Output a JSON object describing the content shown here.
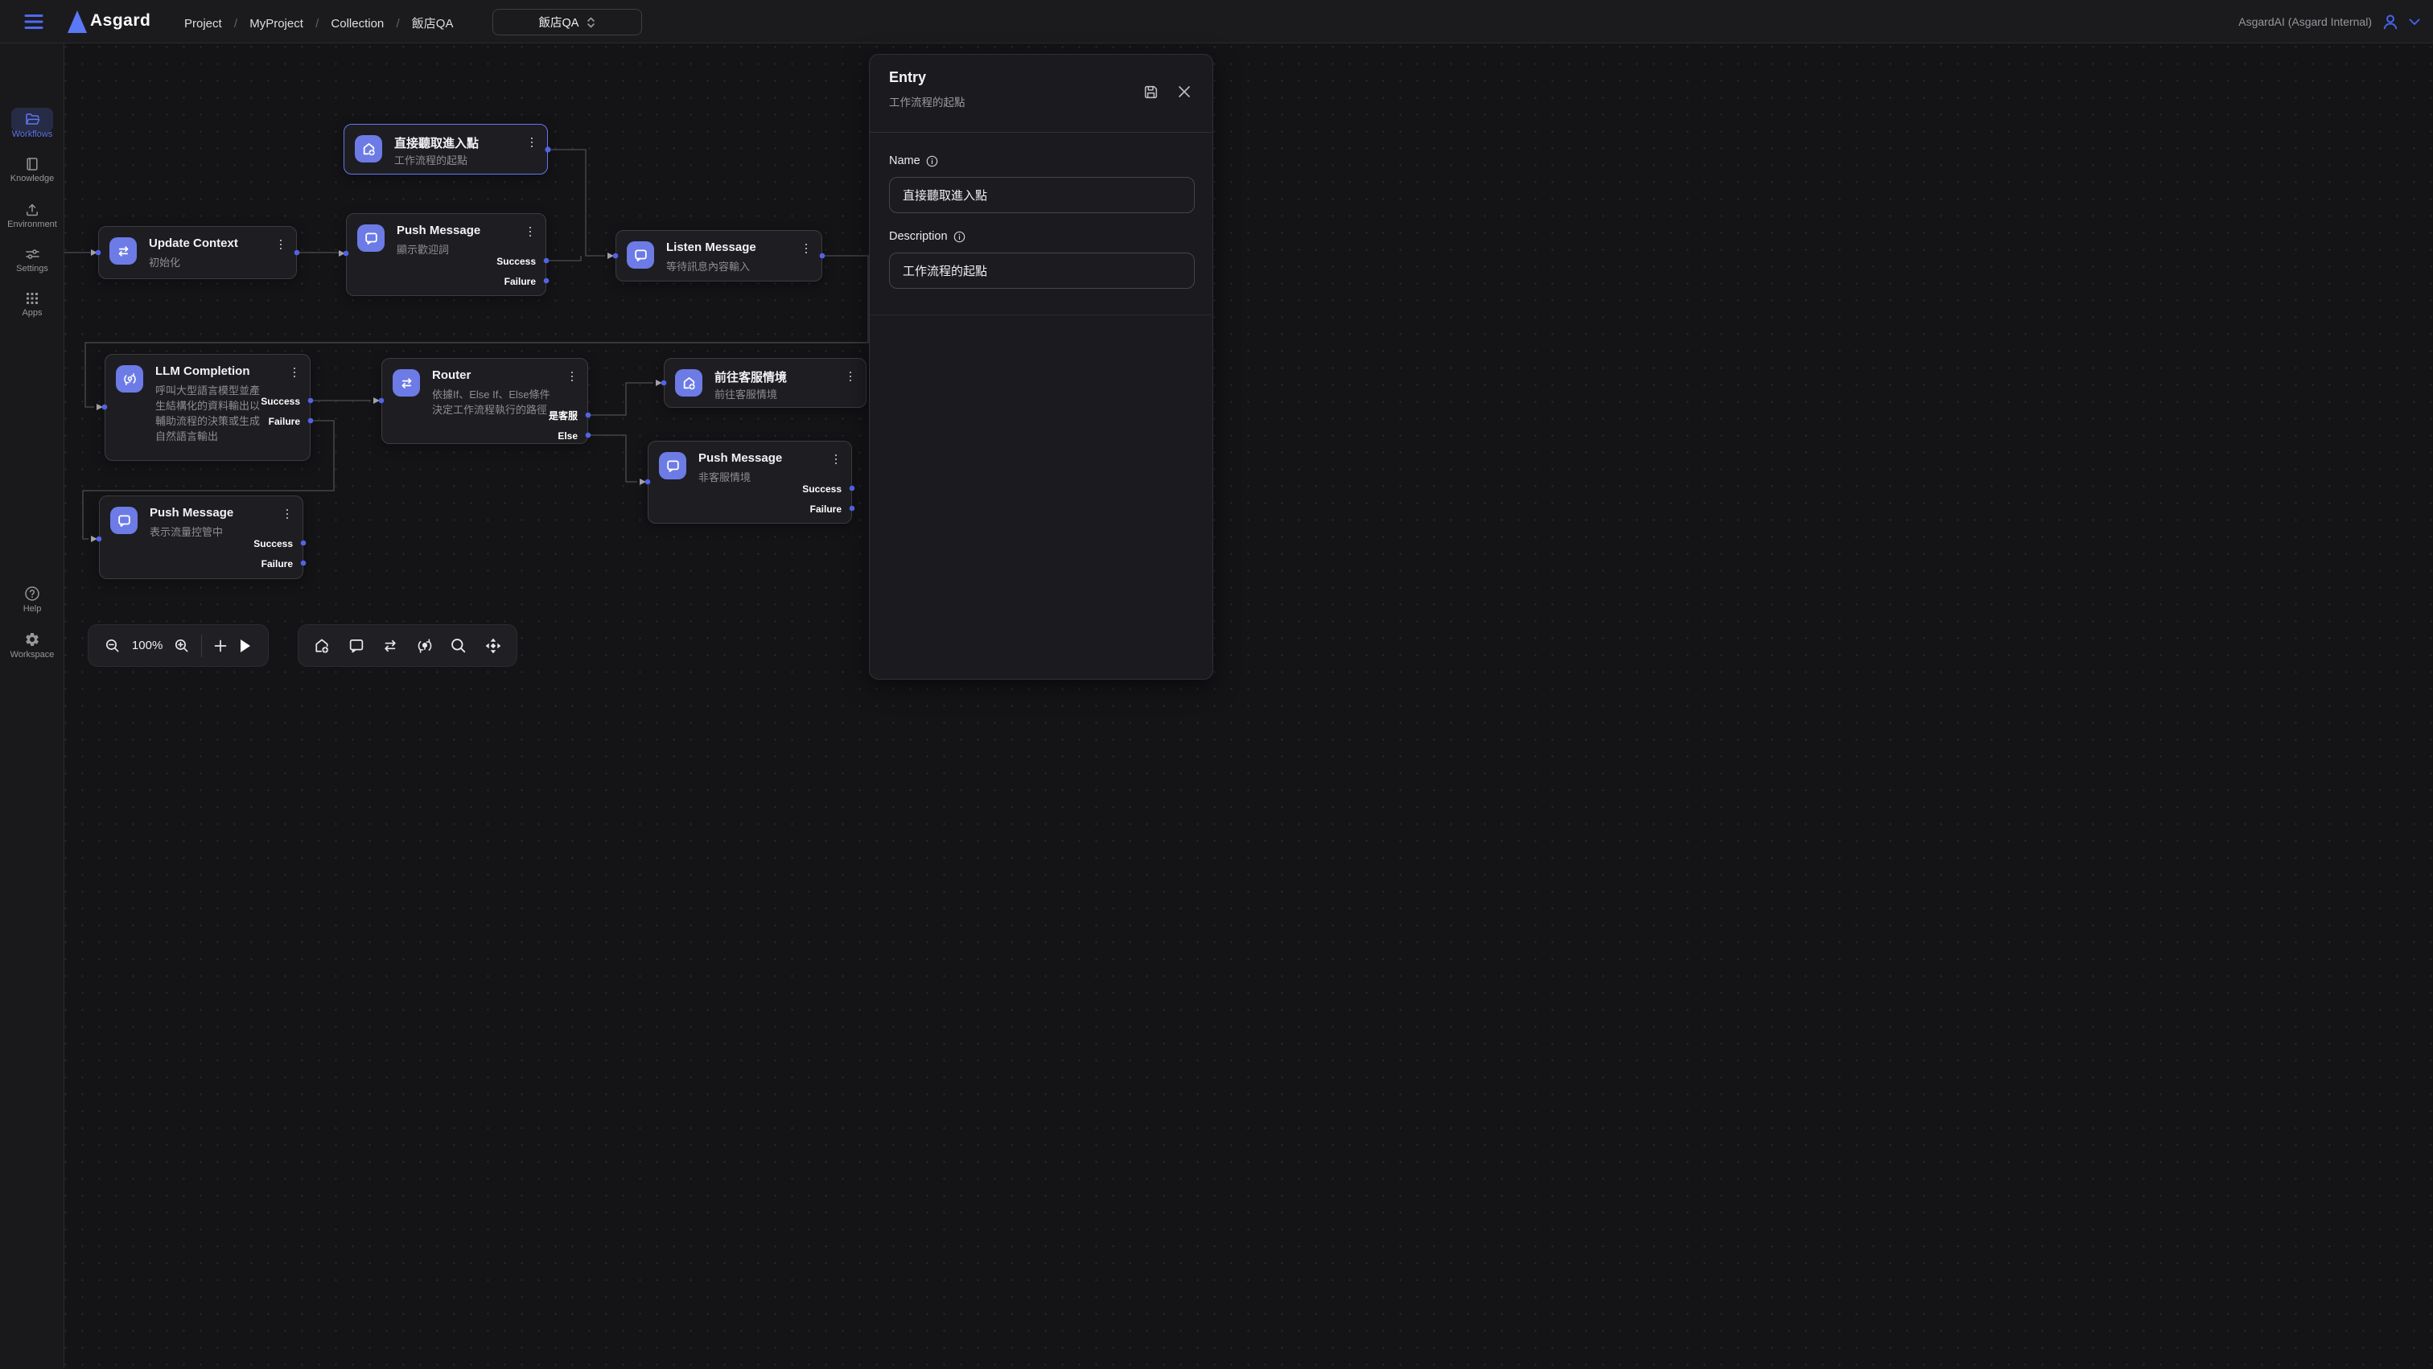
{
  "header": {
    "logo_text": "Asgard",
    "breadcrumb": {
      "items": [
        "Project",
        "MyProject",
        "Collection",
        "飯店QA"
      ],
      "separator": "/"
    },
    "workflow_select_value": "飯店QA",
    "account_label": "AsgardAI (Asgard Internal)"
  },
  "sidebar": {
    "items": [
      {
        "label": "Workflows",
        "icon": "folder-open-icon",
        "active": true
      },
      {
        "label": "Knowledge",
        "icon": "book-icon",
        "active": false
      },
      {
        "label": "Environment",
        "icon": "upload-icon",
        "active": false
      },
      {
        "label": "Settings",
        "icon": "sliders-icon",
        "active": false
      },
      {
        "label": "Apps",
        "icon": "apps-grid-icon",
        "active": false
      }
    ],
    "bottom_items": [
      {
        "label": "Help",
        "icon": "help-circle-icon"
      },
      {
        "label": "Workspace",
        "icon": "gear-icon"
      }
    ]
  },
  "canvas": {
    "nodes": [
      {
        "id": "entry",
        "icon": "home-plus-icon",
        "title": "直接聽取進入點",
        "description": "工作流程的起點",
        "selected": true,
        "outputs": []
      },
      {
        "id": "update-context",
        "icon": "swap-arrows-icon",
        "title": "Update Context",
        "description": "初始化",
        "outputs": []
      },
      {
        "id": "push-message-welcome",
        "icon": "chat-bubble-icon",
        "title": "Push Message",
        "description": "顯示歡迎詞",
        "outputs": [
          "Success",
          "Failure"
        ]
      },
      {
        "id": "listen-message",
        "icon": "chat-bubble-icon",
        "title": "Listen Message",
        "description": "等待訊息內容輸入",
        "outputs": []
      },
      {
        "id": "llm-completion",
        "icon": "llm-cycle-icon",
        "title": "LLM Completion",
        "description": "呼叫大型語言模型並產生結構化的資料輸出以輔助流程的決策或生成自然語言輸出",
        "outputs": [
          "Success",
          "Failure"
        ]
      },
      {
        "id": "router",
        "icon": "swap-arrows-icon",
        "title": "Router",
        "description": "依據If、Else If、Else條件決定工作流程執行的路徑",
        "outputs": [
          "是客服",
          "Else"
        ]
      },
      {
        "id": "goto-cs",
        "icon": "home-plus-icon",
        "title": "前往客服情境",
        "description": "前往客服情境",
        "outputs": []
      },
      {
        "id": "push-message-noncs",
        "icon": "chat-bubble-icon",
        "title": "Push Message",
        "description": "非客服情境",
        "outputs": [
          "Success",
          "Failure"
        ]
      },
      {
        "id": "push-message-throttle",
        "icon": "chat-bubble-icon",
        "title": "Push Message",
        "description": "表示流量控管中",
        "outputs": [
          "Success",
          "Failure"
        ]
      }
    ],
    "colors": {
      "node_icon_bg": "#6d7be7",
      "port_dot": "#5363e6",
      "edge": "#4c4c52",
      "selected_border": "#6276f2"
    }
  },
  "zoom_toolbar": {
    "zoom_level": "100%"
  },
  "node_toolbar": {
    "icons": [
      "home-plus-icon",
      "chat-bubble-icon",
      "swap-arrows-icon",
      "llm-cycle-icon",
      "search-icon",
      "move-icon"
    ]
  },
  "panel": {
    "title": "Entry",
    "subtitle": "工作流程的起點",
    "name_label": "Name",
    "name_value": "直接聽取進入點",
    "description_label": "Description",
    "description_value": "工作流程的起點"
  }
}
